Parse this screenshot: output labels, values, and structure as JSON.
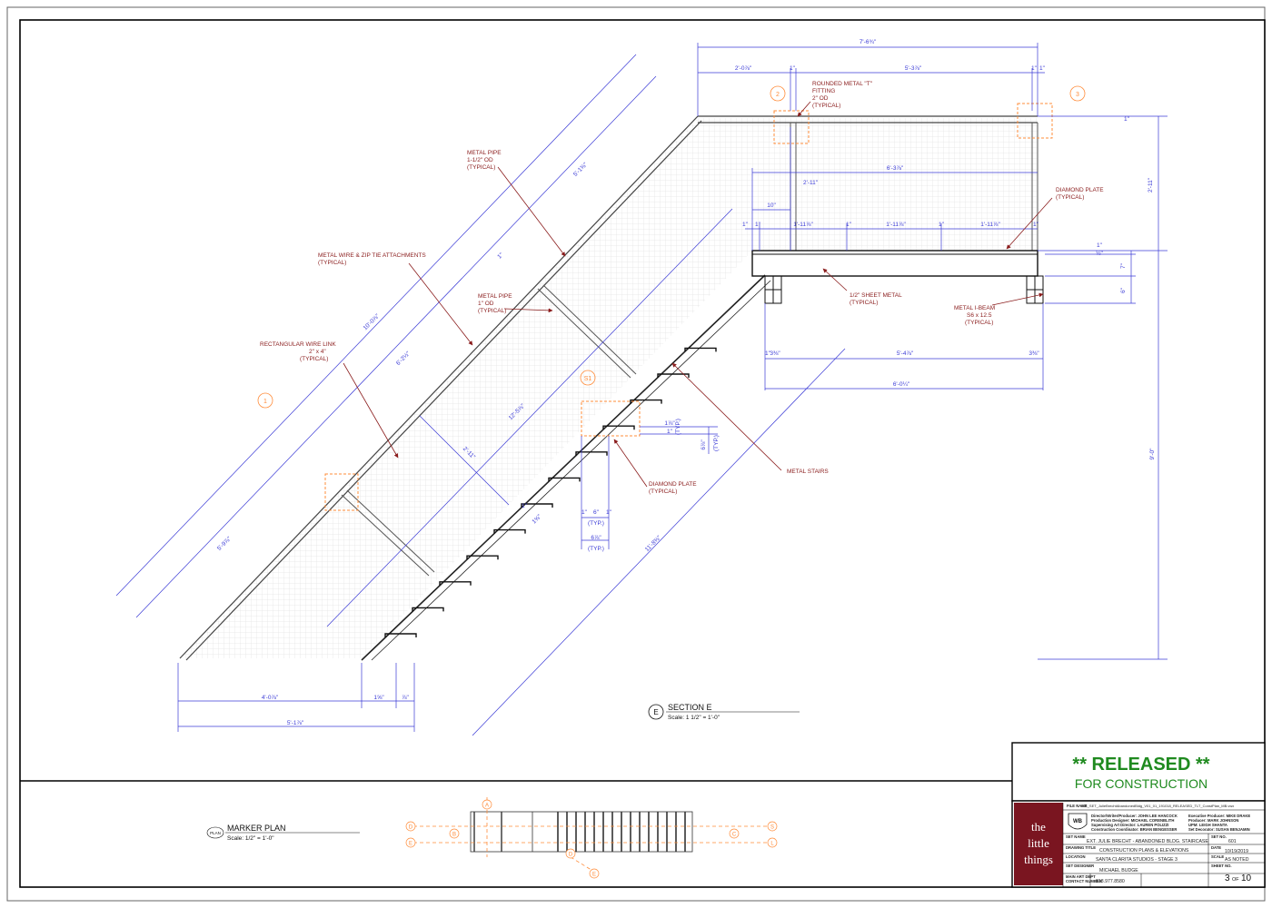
{
  "dimensions": {
    "top_overall": "7'-6¾\"",
    "top_left": "2'-0⅞\"",
    "top_one_a": "1\"",
    "top_mid": "5'-3⅞\"",
    "top_one_b": "1\"",
    "top_one_c": "1\"",
    "right_one": "1\"",
    "platform_width": "6'-3⅞\"",
    "platform_height": "2'-11\"",
    "ten_in": "10\"",
    "sp_a": "1\"",
    "sp_b": "1\"",
    "sp_c": "1'-11⅞\"",
    "sp_d": "1\"",
    "sp_e": "1'-11⅞\"",
    "sp_f": "1\"",
    "sp_g": "1'-11⅞\"",
    "sp_h": "1\"",
    "right_total": "2'-11\"",
    "right_one_b": "1\"",
    "right_half": "½\"",
    "right_seven": "7\"",
    "right_six": "6\"",
    "beam_a": "1\"",
    "beam_b": "3⅜\"",
    "beam_mid": "5'-4⅞\"",
    "beam_c": "3⅜\"",
    "beam_total": "6'-0¼\"",
    "rail_top": "5'-1⅜\"",
    "rail_total": "10'-0⅞\"",
    "rail_mid": "6'-2½\"",
    "rail_low": "5'-9⅞\"",
    "rail_one": "1\"",
    "stair_diag": "12'-5⅞\"",
    "stair_width": "2'-11\"",
    "stair_bottom": "11'-8⅜\"",
    "tread_one": "1\"",
    "tread_half": "1⅝\"",
    "d_one_a": "1\"",
    "d_six": "6\"",
    "d_one_b": "1\"",
    "d_typ": "(TYP.)",
    "d_six_b": "6⅞\"",
    "d_typ_b": "(TYP.)",
    "riser_a": "1⅞\"",
    "riser_b": "1\"",
    "riser_typ": "(TYP.)",
    "riser_c": "6⅞\"",
    "riser_typ_b": "(TYP.)",
    "total_height": "9'-0\"",
    "bot_a": "4'-0⅞\"",
    "bot_b": "1⅝\"",
    "bot_c": "⅞\"",
    "bot_total": "5'-1⅞\""
  },
  "notes": {
    "metal_pipe_big_1": "METAL PIPE",
    "metal_pipe_big_2": "1-1/2\" OD",
    "metal_pipe_big_3": "(TYPICAL)",
    "wire_zip_1": "METAL WIRE & ZIP TIE ATTACHMENTS",
    "wire_zip_2": "(TYPICAL)",
    "metal_pipe_small_1": "METAL PIPE",
    "metal_pipe_small_2": "1\" OD",
    "metal_pipe_small_3": "(TYPICAL)",
    "wire_link_1": "RECTANGULAR WIRE LINK",
    "wire_link_2": "2\" x 4\"",
    "wire_link_3": "(TYPICAL)",
    "t_fitting_1": "ROUNDED METAL \"T\"",
    "t_fitting_2": "FITTING",
    "t_fitting_3": "2\" OD",
    "t_fitting_4": "(TYPICAL)",
    "diamond_top_1": "DIAMOND PLATE",
    "diamond_top_2": "(TYPICAL)",
    "sheet_metal_1": "1/2\" SHEET METAL",
    "sheet_metal_2": "(TYPICAL)",
    "ibeam_1": "METAL I-BEAM",
    "ibeam_2": "S6 x 12.5",
    "ibeam_3": "(TYPICAL)",
    "metal_stairs": "METAL STAIRS",
    "diamond_low_1": "DIAMOND PLATE",
    "diamond_low_2": "(TYPICAL)"
  },
  "callouts": {
    "c1": "1",
    "c2": "2",
    "c3": "3",
    "s1": "S1"
  },
  "section": {
    "marker": "E",
    "title": "SECTION E",
    "scale": "Scale: 1 1/2\" = 1'-0\""
  },
  "marker_plan": {
    "marker": "PLAN",
    "title": "MARKER PLAN",
    "scale": "Scale: 1/2\" = 1'-0\"",
    "tags": [
      "D",
      "E",
      "B",
      "C",
      "S",
      "L",
      "A",
      "D",
      "E"
    ]
  },
  "stamp": {
    "line1": "** RELEASED **",
    "line2": "FOR CONSTRUCTION"
  },
  "title_block": {
    "logo_line1": "the",
    "logo_line2": "little",
    "logo_line3": "things",
    "file_label": "FILE NAME",
    "file_name": "601_SET_JulieBrechtAbandonedBldg_V01_01_191018_RELEASED_TLT_ConstPlan_MB.vwx",
    "credits_left": [
      "Director/Writer/Producer: JOHN LEE HANCOCK",
      "Production Designer: MICHAEL CORENBLITH",
      "Supervising Art Director: LAUREN POLIZZI",
      "Construction Coordinator: BRIAN BENGESSER"
    ],
    "credits_right": [
      "Executive Producer: MIKE DRAKE",
      "Producer: MARK JOHNSON",
      "UPM: LEIGH SHANTA",
      "Set Decorator: SUSAN BENJAMIN"
    ],
    "set_name_label": "SET NAME",
    "set_name": "EXT. JULIE BRECHT - ABANDONED BLDG. STAIRCASE",
    "set_no_label": "SET NO.",
    "set_no": "601",
    "drawing_title_label": "DRAWING TITLE",
    "drawing_title": "CONSTRUCTION PLANS & ELEVATIONS",
    "date_label": "DATE",
    "date": "10/19/2019",
    "location_label": "LOCATION",
    "location": "SANTA CLARITA STUDIOS - STAGE 3",
    "scale_label": "SCALE",
    "scale": "AS NOTED",
    "designer_label": "SET DESIGNER",
    "designer": "MICHAEL BUDGE",
    "sheet_label": "SHEET NO.",
    "sheet_no": "3",
    "sheet_of": "OF",
    "sheet_total": "10",
    "contact_label_1": "MAIN ART DEPT",
    "contact_label_2": "CONTACT NUMBER",
    "contact": "818.977.8580"
  },
  "colors": {
    "dimension": "#3b3bd6",
    "note": "#8a1c1c",
    "callout": "#ff8c3a",
    "stamp": "#1f8a1f",
    "logo_bg": "#7a1520"
  }
}
